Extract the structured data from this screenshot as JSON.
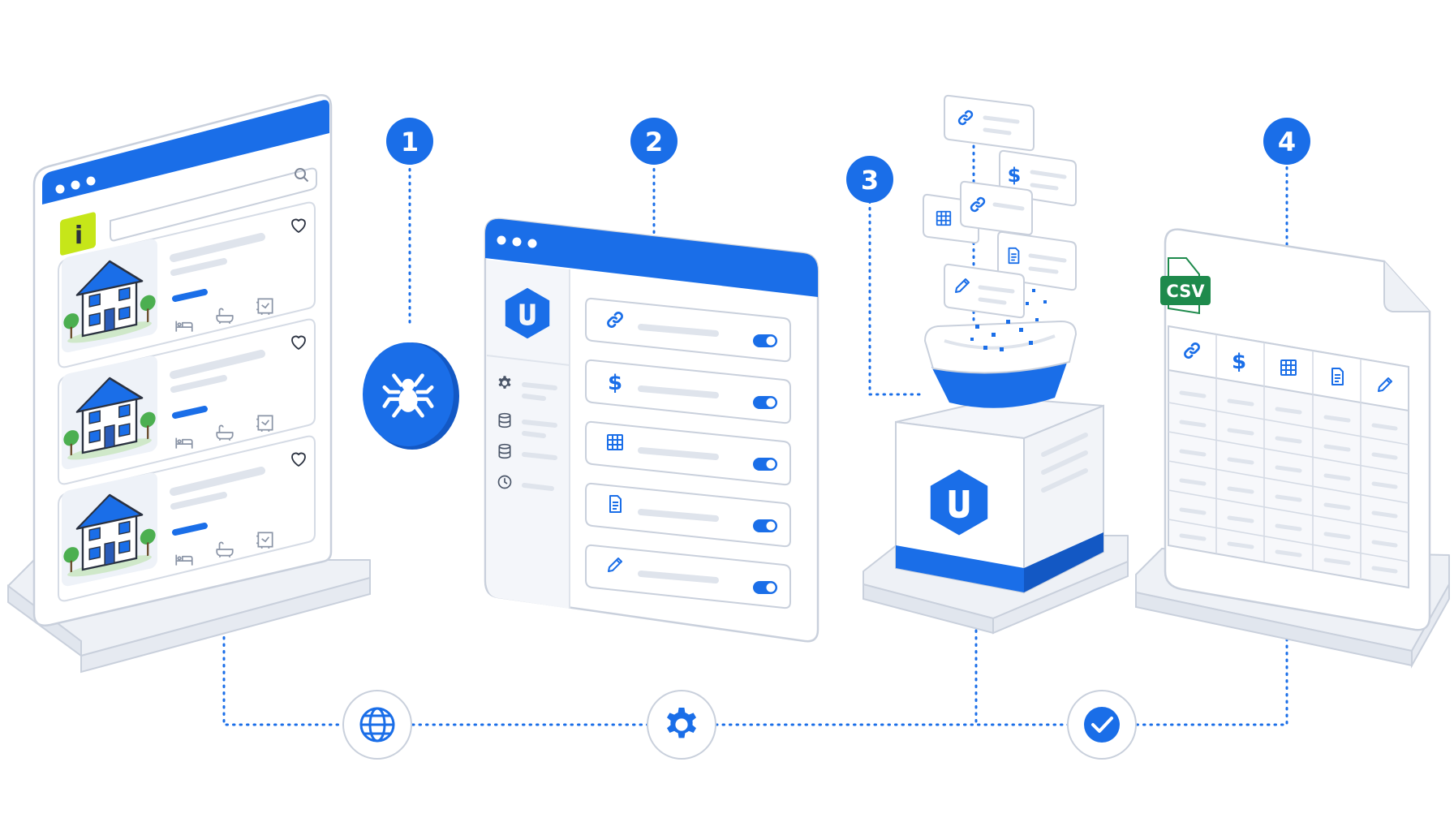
{
  "steps": [
    "1",
    "2",
    "3",
    "4"
  ],
  "csv_badge": "CSV",
  "icons": {
    "step1_center": "spider-icon",
    "connector_1": "globe-icon",
    "connector_2": "gear-icon",
    "connector_3": "check-icon",
    "fields": [
      "link-icon",
      "dollar-icon",
      "grid-icon",
      "document-icon",
      "pencil-icon"
    ],
    "listing_features": [
      "bed-icon",
      "bath-icon",
      "area-icon"
    ],
    "sidebar_menu": [
      "gear-icon",
      "database-icon",
      "database-icon",
      "clock-icon"
    ]
  },
  "glyphs": {
    "dollar": "$",
    "site_logo": "i"
  },
  "colors": {
    "primary": "#1a6ee8",
    "outline": "#c9d0dc",
    "panel": "#f4f6fa",
    "placeholder": "#dfe4ec",
    "csv_green": "#1e8a4c",
    "site_logo_bg": "#c6e619",
    "tree_green": "#4caf50"
  }
}
